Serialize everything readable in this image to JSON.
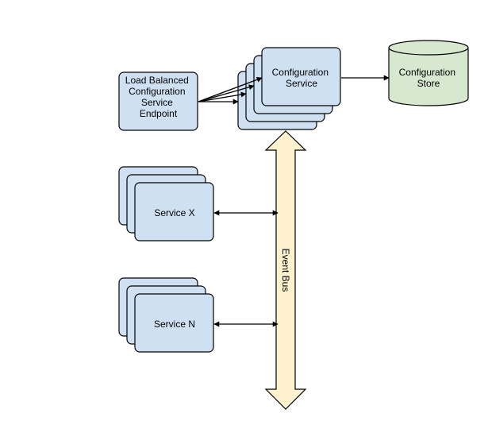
{
  "colors": {
    "service_fill": "#cfe0f3",
    "store_fill": "#d6e8cf",
    "bus_fill": "#fff3cf",
    "stroke": "#000000"
  },
  "nodes": {
    "lb_endpoint": {
      "lines": [
        "Load Balanced",
        "Configuration",
        "Service",
        "Endpoint"
      ]
    },
    "config_service": {
      "lines": [
        "Configuration",
        "Service"
      ]
    },
    "config_store": {
      "lines": [
        "Configuration",
        "Store"
      ]
    },
    "service_x": {
      "label": "Service X"
    },
    "service_n": {
      "label": "Service N"
    },
    "event_bus": {
      "label": "Event Bus"
    }
  }
}
